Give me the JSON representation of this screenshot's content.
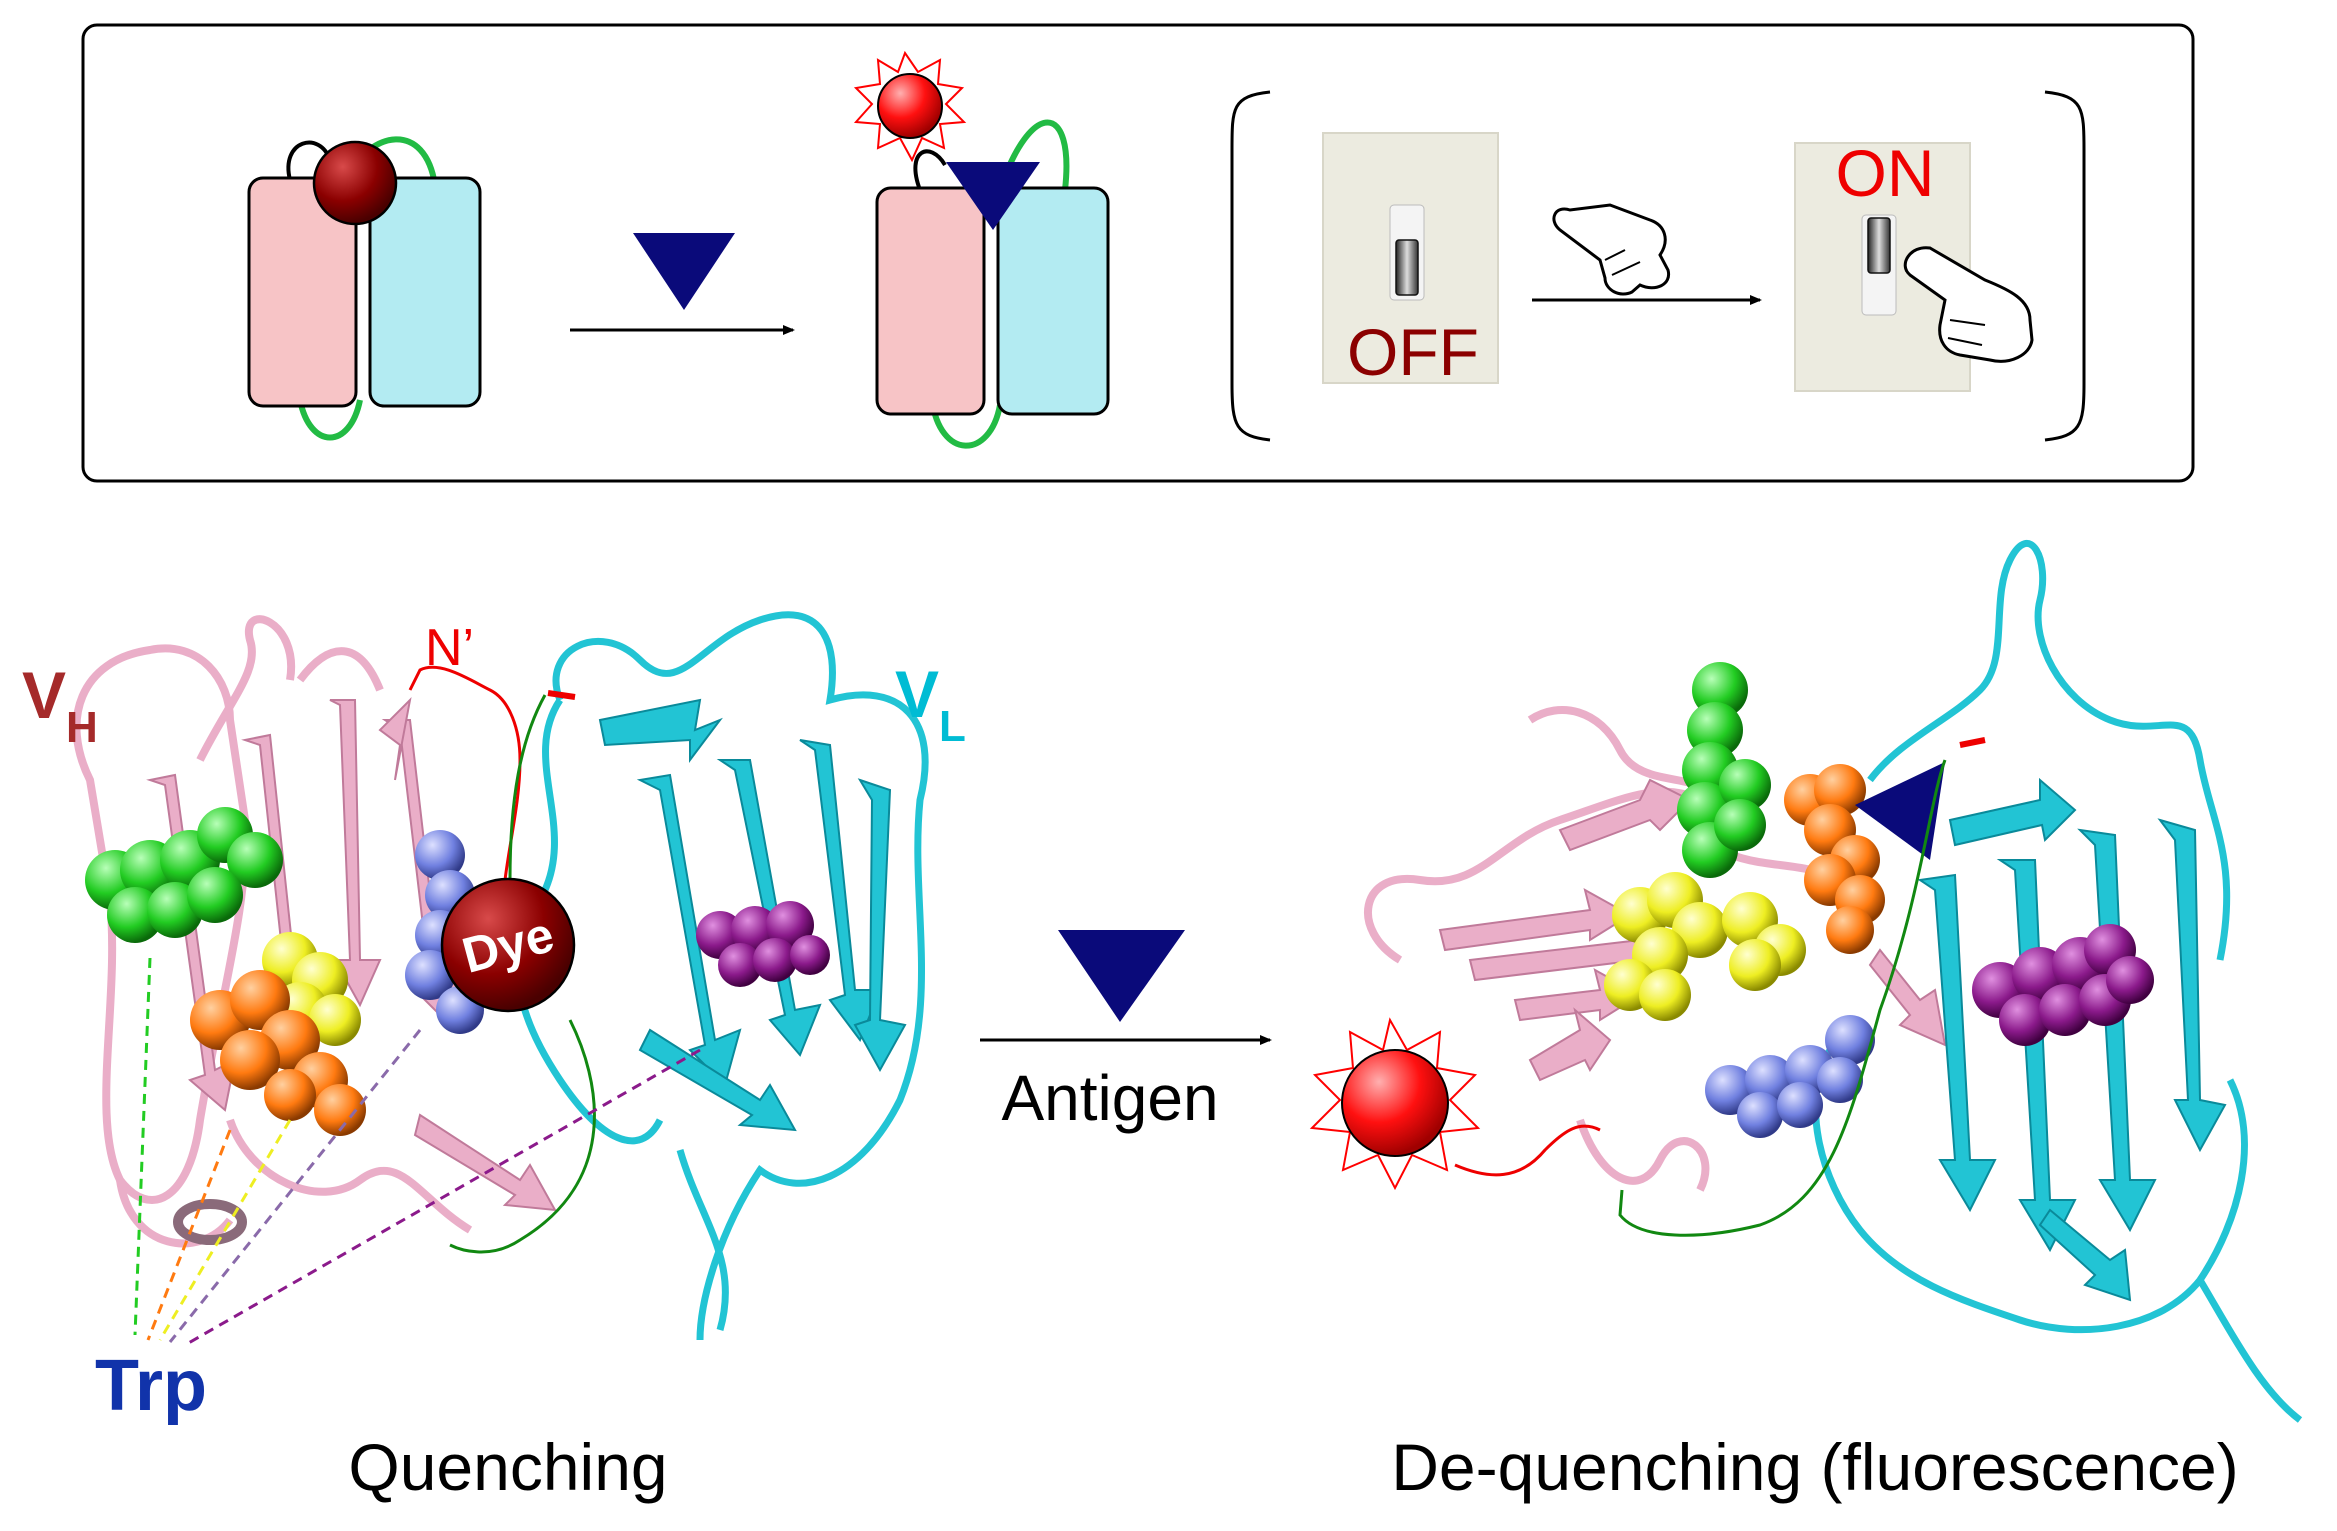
{
  "top_panel": {
    "switch_off_label": "OFF",
    "switch_on_label": "ON"
  },
  "bottom": {
    "vh_label": "V",
    "vh_sub": "H",
    "vl_label": "V",
    "vl_sub": "L",
    "n_terminus_label": "N’",
    "dye_label": "Dye",
    "trp_label": "Trp",
    "antigen_label": "Antigen",
    "quenching_caption": "Quenching",
    "dequenching_caption": "De-quenching (fluorescence)"
  },
  "colors": {
    "vh_domain": "#f7c4c6",
    "vl_domain": "#b3ebf2",
    "linker": "#22bb44",
    "antigen": "#0a0a7a",
    "dye_quenched": "#8b0000",
    "dye_fluorescent": "#ff0000",
    "vh_text": "#a52a2a",
    "vl_text": "#00bcd4",
    "trp_text": "#1133aa",
    "ribbon_vh": "#eaaec8",
    "ribbon_vl": "#22c4d4",
    "trp_green": "#22cc22",
    "trp_yellow": "#eeee22",
    "trp_orange": "#ff7a10",
    "trp_blue": "#7080e0",
    "trp_purple": "#8b1a8b"
  }
}
